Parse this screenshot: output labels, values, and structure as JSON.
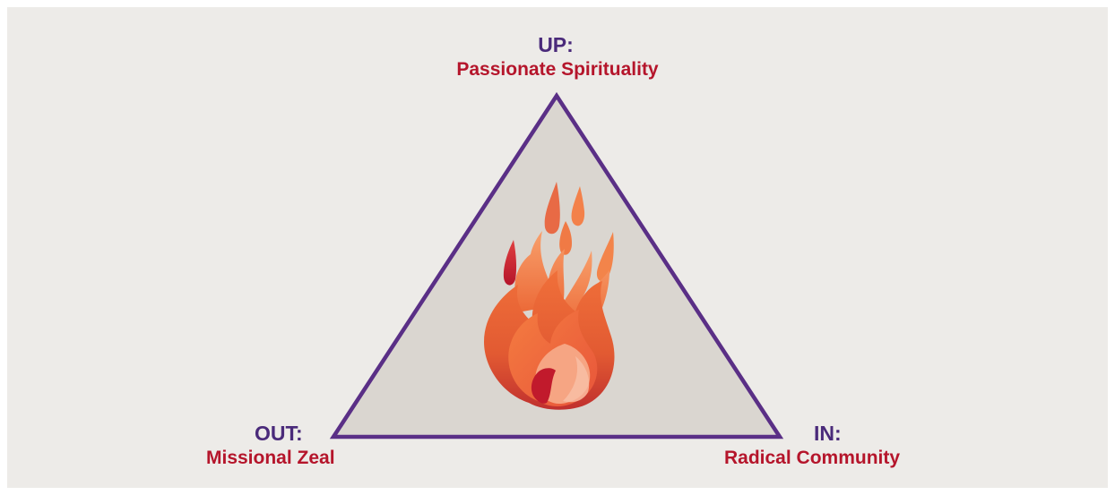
{
  "colors": {
    "background": "#edebe8",
    "triangle_fill": "#dad6d0",
    "triangle_stroke": "#5a2f86",
    "heading_color": "#4a2a7a",
    "subheading_color": "#b5152b",
    "flame_light": "#f4a07a",
    "flame_orange": "#ee6a3a",
    "flame_red": "#b5152b"
  },
  "diagram": {
    "top": {
      "heading": "UP:",
      "label": "Passionate Spirituality"
    },
    "left": {
      "heading": "OUT:",
      "label": "Missional Zeal"
    },
    "right": {
      "heading": "IN:",
      "label": "Radical Community"
    },
    "center_icon": "flame-icon"
  }
}
